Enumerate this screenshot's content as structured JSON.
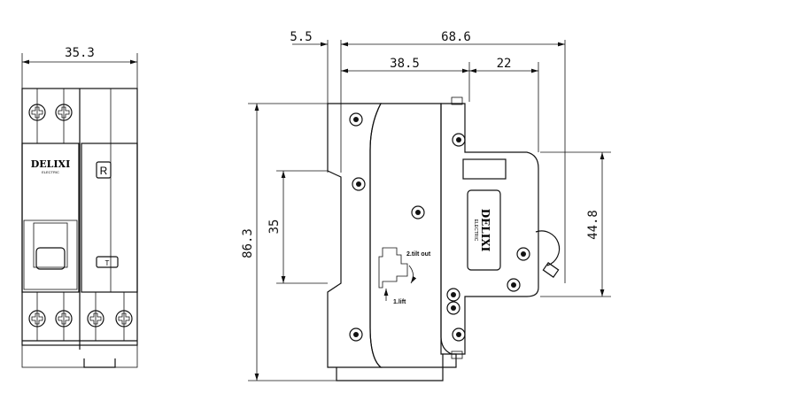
{
  "front_view": {
    "width_dim": "35.3",
    "brand": "DELIXI",
    "brand_sub": "ELECTRIC",
    "reset_label": "R",
    "test_label": "T"
  },
  "side_view": {
    "dims": {
      "rail_offset": "5.5",
      "total_depth": "68.6",
      "front_depth": "38.5",
      "front_protrusion": "22",
      "rail_height": "35",
      "total_height": "86.3",
      "front_height": "44.8"
    },
    "brand": "DELIXI",
    "brand_sub": "ELECTRIC",
    "step_tilt_out": "2.tilt out",
    "step_lift": "1.lift"
  }
}
